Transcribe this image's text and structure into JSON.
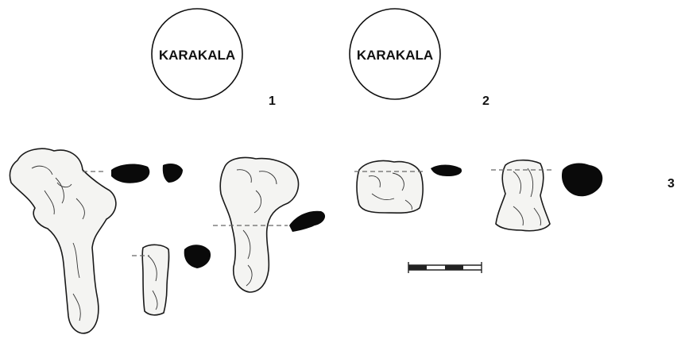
{
  "stamps": [
    {
      "text": "KARAKALA"
    },
    {
      "text": "KARAKALA"
    }
  ],
  "figure_numbers": [
    "1",
    "2",
    "3"
  ],
  "scale_bar": {
    "label": ""
  }
}
